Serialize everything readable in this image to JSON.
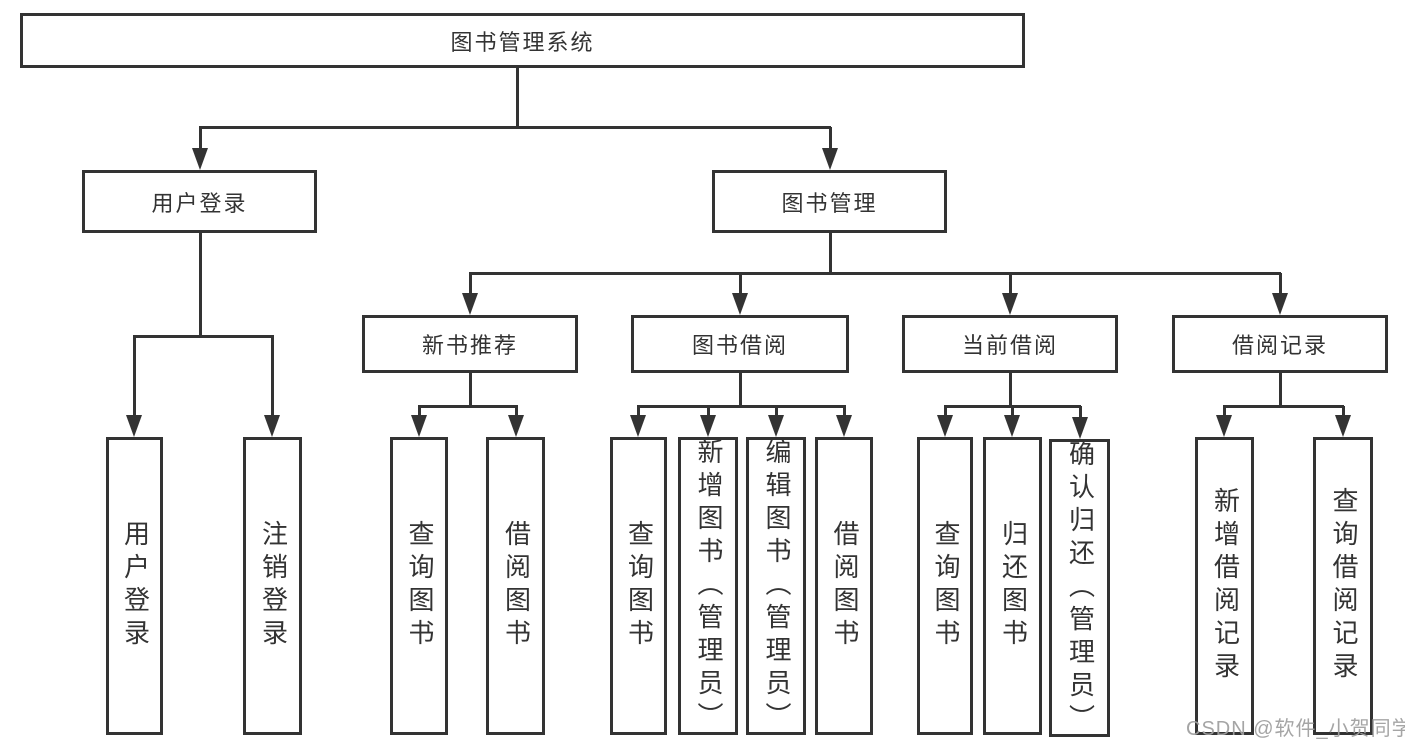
{
  "tree": {
    "label": "图书管理系统",
    "children": [
      {
        "label": "用户登录",
        "children": [
          {
            "label": "用户登录"
          },
          {
            "label": "注销登录"
          }
        ]
      },
      {
        "label": "图书管理",
        "children": [
          {
            "label": "新书推荐",
            "children": [
              {
                "label": "查询图书"
              },
              {
                "label": "借阅图书"
              }
            ]
          },
          {
            "label": "图书借阅",
            "children": [
              {
                "label": "查询图书"
              },
              {
                "label": "新增图书（管理员）"
              },
              {
                "label": "编辑图书（管理员）"
              },
              {
                "label": "借阅图书"
              }
            ]
          },
          {
            "label": "当前借阅",
            "children": [
              {
                "label": "查询图书"
              },
              {
                "label": "归还图书"
              },
              {
                "label": "确认归还（管理员）"
              }
            ]
          },
          {
            "label": "借阅记录",
            "children": [
              {
                "label": "新增借阅记录"
              },
              {
                "label": "查询借阅记录"
              }
            ]
          }
        ]
      }
    ]
  },
  "watermark": "CSDN @软件_小贺同学",
  "colors": {
    "line": "#333333",
    "text": "#333333",
    "background": "#ffffff",
    "watermark": "#a0a0a0"
  }
}
